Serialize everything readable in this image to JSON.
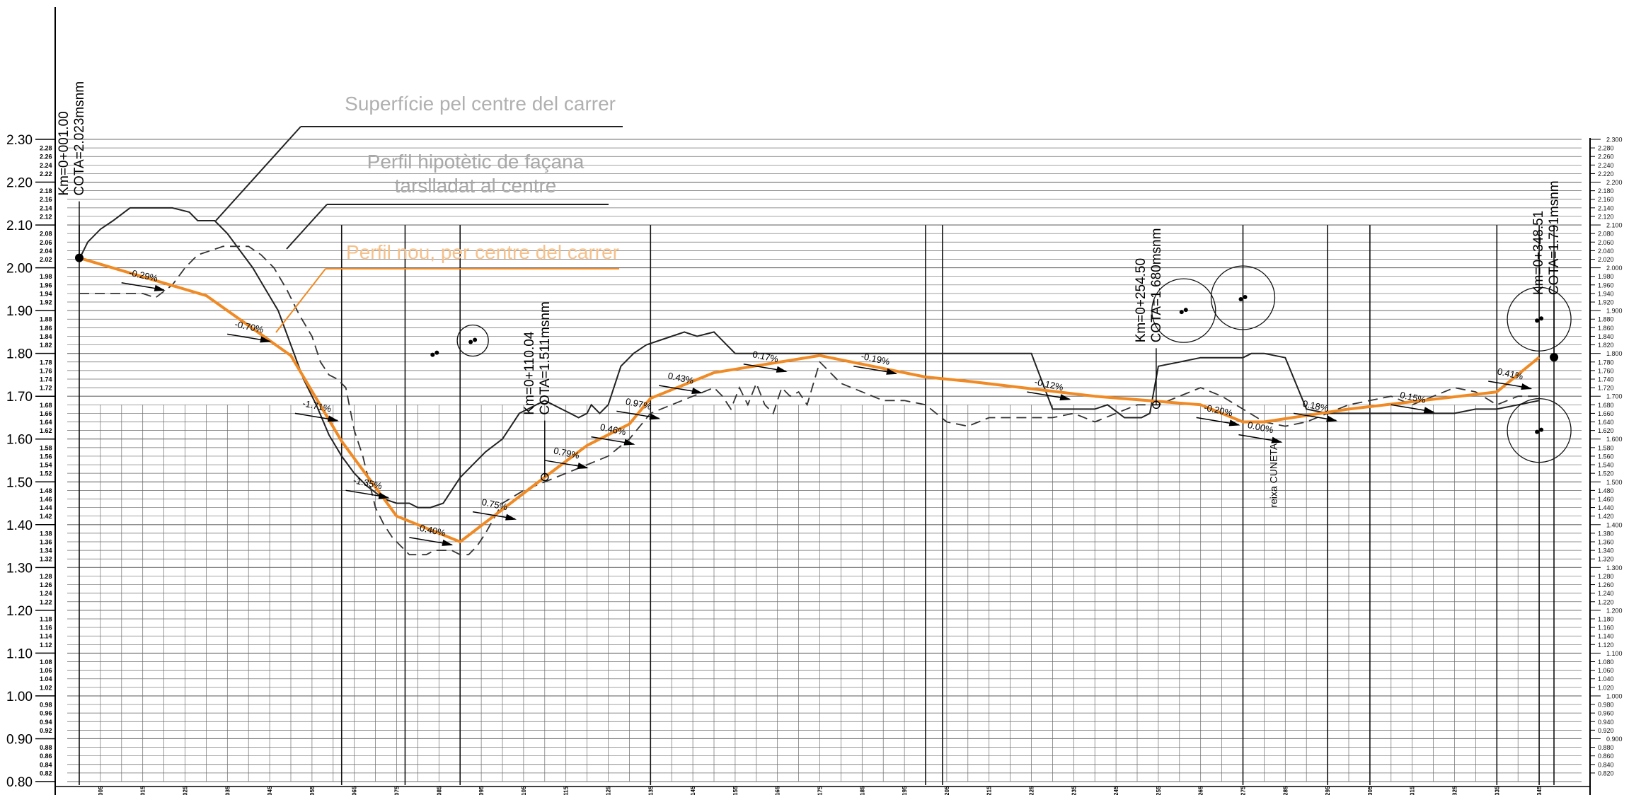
{
  "chart_data": {
    "type": "line",
    "title": "",
    "xlabel": "",
    "ylabel": "",
    "xlim": [
      0,
      350
    ],
    "ylim": [
      0.8,
      2.3
    ],
    "grid": true,
    "legend_placement": "top-left",
    "colors": {
      "new_profile": "#f08a24",
      "surface": "#222222",
      "facade": "#333333",
      "grid": "#6b6b6b",
      "legend_surface_text": "#b0b0b0",
      "legend_facade_text": "#a8a8a8",
      "legend_new_text": "#f5c08a"
    },
    "legend": {
      "surface": "Superfície pel centre del carrer",
      "facade_line1": "Perfil hipotètic de façana",
      "facade_line2": "tarslladat al centre",
      "new_profile": "Perfil nou, per centre del carrer"
    },
    "y_ticks_major_left": [
      "0.80",
      "0.90",
      "1.00",
      "1.10",
      "1.20",
      "1.30",
      "1.40",
      "1.50",
      "1.60",
      "1.70",
      "1.80",
      "1.90",
      "2.00",
      "2.10",
      "2.20",
      "2.30"
    ],
    "y_ticks_minor_left": [
      "0.82",
      "0.84",
      "0.86",
      "0.88",
      "0.92",
      "0.94",
      "0.96",
      "0.98",
      "1.02",
      "1.04",
      "1.06",
      "1.08",
      "1.12",
      "1.14",
      "1.16",
      "1.18",
      "1.22",
      "1.24",
      "1.26",
      "1.28",
      "1.32",
      "1.34",
      "1.36",
      "1.38",
      "1.42",
      "1.44",
      "1.46",
      "1.48",
      "1.52",
      "1.54",
      "1.56",
      "1.58",
      "1.62",
      "1.64",
      "1.66",
      "1.68",
      "1.72",
      "1.74",
      "1.76",
      "1.78",
      "1.82",
      "1.84",
      "1.86",
      "1.88",
      "1.92",
      "1.94",
      "1.96",
      "1.98",
      "2.02",
      "2.04",
      "2.06",
      "2.08",
      "2.12",
      "2.14",
      "2.16",
      "2.18",
      "2.22",
      "2.24",
      "2.26",
      "2.28"
    ],
    "y_ticks_right": [
      "0.820",
      "0.840",
      "0.860",
      "0.880",
      "0.900",
      "0.920",
      "0.940",
      "0.960",
      "0.980",
      "1.000",
      "1.020",
      "1.040",
      "1.060",
      "1.080",
      "1.100",
      "1.120",
      "1.140",
      "1.160",
      "1.180",
      "1.200",
      "1.220",
      "1.240",
      "1.260",
      "1.280",
      "1.300",
      "1.320",
      "1.340",
      "1.360",
      "1.380",
      "1.400",
      "1.420",
      "1.440",
      "1.460",
      "1.480",
      "1.500",
      "1.520",
      "1.540",
      "1.560",
      "1.580",
      "1.600",
      "1.620",
      "1.640",
      "1.660",
      "1.680",
      "1.700",
      "1.720",
      "1.740",
      "1.760",
      "1.780",
      "1.800",
      "1.820",
      "1.840",
      "1.860",
      "1.880",
      "1.900",
      "1.920",
      "1.940",
      "1.960",
      "1.980",
      "2.000",
      "2.020",
      "2.040",
      "2.060",
      "2.080",
      "2.100",
      "2.120",
      "2.140",
      "2.160",
      "2.180",
      "2.200",
      "2.220",
      "2.240",
      "2.260",
      "2.280",
      "2.300"
    ],
    "x_ticks": [
      "005",
      "015",
      "025",
      "035",
      "045",
      "055",
      "065",
      "075",
      "085",
      "095",
      "105",
      "115",
      "125",
      "135",
      "145",
      "155",
      "165",
      "175",
      "185",
      "195",
      "205",
      "215",
      "225",
      "235",
      "245",
      "255",
      "265",
      "275",
      "285",
      "295",
      "305",
      "315",
      "325",
      "335",
      "345"
    ],
    "series": [
      {
        "name": "Superfície pel centre del carrer",
        "style": "solid",
        "x": [
          0,
          2,
          5,
          8,
          12,
          15,
          18,
          22,
          26,
          28,
          30,
          32,
          35,
          38,
          41,
          44,
          47,
          50,
          53,
          56,
          59,
          62,
          65,
          68,
          72,
          75,
          78,
          80,
          83,
          86,
          88,
          90,
          93,
          96,
          100,
          102,
          104,
          106,
          108,
          110,
          112,
          114,
          116,
          118,
          120,
          121,
          123,
          125,
          128,
          131,
          134,
          137,
          140,
          143,
          146,
          150,
          155,
          160,
          165,
          170,
          175,
          180,
          185,
          190,
          195,
          200,
          205,
          210,
          215,
          220,
          225,
          230,
          235,
          240,
          243,
          247,
          250,
          251,
          253,
          255,
          260,
          265,
          270,
          275,
          277,
          280,
          285,
          290,
          295,
          300,
          305,
          310,
          315,
          320,
          325,
          330,
          335,
          340,
          345
        ],
        "y": [
          2.02,
          2.06,
          2.09,
          2.11,
          2.14,
          2.14,
          2.14,
          2.14,
          2.13,
          2.11,
          2.11,
          2.11,
          2.08,
          2.04,
          2.0,
          1.95,
          1.9,
          1.82,
          1.74,
          1.68,
          1.61,
          1.56,
          1.52,
          1.49,
          1.46,
          1.45,
          1.45,
          1.44,
          1.44,
          1.45,
          1.48,
          1.51,
          1.54,
          1.57,
          1.6,
          1.63,
          1.66,
          1.67,
          1.68,
          1.69,
          1.68,
          1.67,
          1.66,
          1.65,
          1.66,
          1.68,
          1.66,
          1.68,
          1.77,
          1.8,
          1.82,
          1.83,
          1.84,
          1.85,
          1.84,
          1.85,
          1.8,
          1.8,
          1.8,
          1.8,
          1.8,
          1.8,
          1.8,
          1.8,
          1.8,
          1.8,
          1.8,
          1.8,
          1.8,
          1.8,
          1.8,
          1.67,
          1.67,
          1.67,
          1.68,
          1.65,
          1.65,
          1.65,
          1.66,
          1.77,
          1.78,
          1.79,
          1.79,
          1.79,
          1.8,
          1.8,
          1.79,
          1.67,
          1.66,
          1.66,
          1.66,
          1.66,
          1.66,
          1.66,
          1.66,
          1.67,
          1.67,
          1.68,
          1.69
        ]
      },
      {
        "name": "Perfil hipotètic de façana tarslladat al centre",
        "style": "dashed",
        "x": [
          0,
          5,
          10,
          15,
          18,
          22,
          25,
          28,
          31,
          34,
          37,
          40,
          43,
          46,
          49,
          52,
          55,
          57,
          59,
          61,
          63,
          65,
          67,
          69,
          70,
          72,
          74,
          76,
          78,
          80,
          82,
          84,
          86,
          88,
          90,
          92,
          94,
          96,
          100,
          105,
          110,
          115,
          120,
          125,
          130,
          135,
          140,
          145,
          150,
          152,
          154,
          156,
          158,
          160,
          162,
          164,
          166,
          168,
          170,
          172,
          175,
          180,
          185,
          190,
          195,
          200,
          205,
          210,
          215,
          220,
          225,
          230,
          235,
          240,
          245,
          250,
          255,
          260,
          265,
          270,
          275,
          280,
          285,
          290,
          295,
          300,
          305,
          310,
          315,
          320,
          325,
          330,
          335,
          340,
          345
        ],
        "y": [
          1.94,
          1.94,
          1.94,
          1.94,
          1.93,
          1.96,
          2.0,
          2.03,
          2.04,
          2.05,
          2.05,
          2.05,
          2.03,
          2.0,
          1.95,
          1.89,
          1.84,
          1.78,
          1.75,
          1.74,
          1.72,
          1.62,
          1.56,
          1.48,
          1.44,
          1.4,
          1.37,
          1.35,
          1.33,
          1.33,
          1.33,
          1.34,
          1.34,
          1.34,
          1.33,
          1.33,
          1.35,
          1.38,
          1.45,
          1.48,
          1.5,
          1.52,
          1.54,
          1.56,
          1.6,
          1.66,
          1.68,
          1.7,
          1.72,
          1.7,
          1.67,
          1.72,
          1.68,
          1.73,
          1.68,
          1.66,
          1.72,
          1.7,
          1.71,
          1.68,
          1.78,
          1.73,
          1.71,
          1.69,
          1.69,
          1.68,
          1.64,
          1.63,
          1.65,
          1.65,
          1.65,
          1.65,
          1.66,
          1.64,
          1.66,
          1.68,
          1.68,
          1.7,
          1.72,
          1.7,
          1.67,
          1.64,
          1.63,
          1.64,
          1.66,
          1.68,
          1.69,
          1.7,
          1.68,
          1.7,
          1.72,
          1.71,
          1.68,
          1.7,
          1.7
        ]
      },
      {
        "name": "Perfil nou, per centre del carrer",
        "style": "solid-thick",
        "x": [
          0,
          30,
          50,
          62,
          75,
          90,
          110,
          120,
          130,
          135,
          150,
          175,
          200,
          210,
          240,
          265,
          275,
          280,
          300,
          335,
          345
        ],
        "y": [
          2.023,
          1.935,
          1.795,
          1.595,
          1.42,
          1.36,
          1.511,
          1.585,
          1.635,
          1.695,
          1.755,
          1.795,
          1.745,
          1.735,
          1.7,
          1.68,
          1.64,
          1.64,
          1.67,
          1.71,
          1.791
        ]
      }
    ],
    "grade_labels": [
      {
        "text": "-0.29%",
        "x": 15,
        "y": 1.975
      },
      {
        "text": "-0.70%",
        "x": 40,
        "y": 1.855
      },
      {
        "text": "-1.71%",
        "x": 56,
        "y": 1.67
      },
      {
        "text": "-1.35%",
        "x": 68,
        "y": 1.49
      },
      {
        "text": "-0.40%",
        "x": 83,
        "y": 1.38
      },
      {
        "text": "0.75%",
        "x": 98,
        "y": 1.44
      },
      {
        "text": "0.79%",
        "x": 115,
        "y": 1.56
      },
      {
        "text": "0.46%",
        "x": 126,
        "y": 1.615
      },
      {
        "text": "0.97%",
        "x": 132,
        "y": 1.675
      },
      {
        "text": "0.43%",
        "x": 142,
        "y": 1.735
      },
      {
        "text": "0.17%",
        "x": 162,
        "y": 1.785
      },
      {
        "text": "-0.19%",
        "x": 188,
        "y": 1.78
      },
      {
        "text": "-0.12%",
        "x": 229,
        "y": 1.72
      },
      {
        "text": "-0.20%",
        "x": 269,
        "y": 1.66
      },
      {
        "text": "0.00%",
        "x": 279,
        "y": 1.62
      },
      {
        "text": "0.18%",
        "x": 292,
        "y": 1.67
      },
      {
        "text": "0.15%",
        "x": 315,
        "y": 1.69
      },
      {
        "text": "0.41%",
        "x": 338,
        "y": 1.745
      }
    ],
    "annotations": [
      {
        "km": "Km=0+001.00",
        "cota": "COTA=2.023msnm",
        "x": 0,
        "y": 2.023
      },
      {
        "km": "Km=0+110.04",
        "cota": "COTA=1.511msnm",
        "x": 110,
        "y": 1.511
      },
      {
        "km": "Km=0+254.50",
        "cota": "COTA=1.680msnm",
        "x": 254.5,
        "y": 1.68
      },
      {
        "km": "Km=0+348.51",
        "cota": "COTA=1.791msnm",
        "x": 348.51,
        "y": 1.791
      }
    ],
    "cuneta_label": "reixa CUNETA"
  }
}
